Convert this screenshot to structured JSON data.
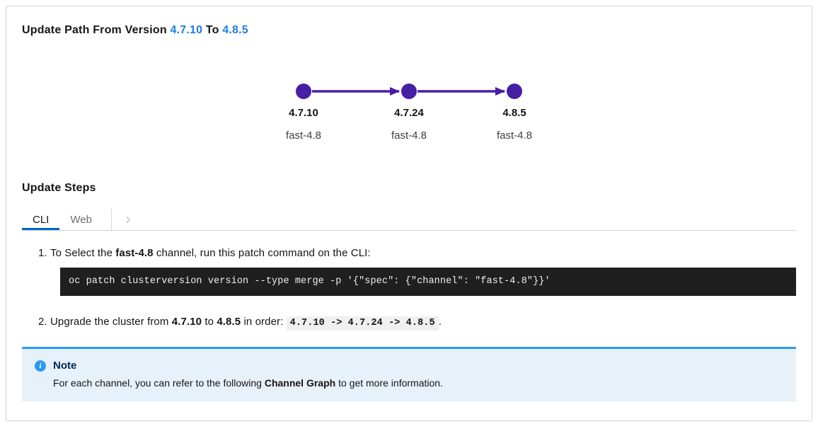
{
  "colors": {
    "link_blue": "#1e7ce6",
    "graph_purple": "#471fa5",
    "tab_active_underline": "#0066cc",
    "note_accent_blue": "#2b9af3",
    "note_background": "#e7f1fa",
    "code_background": "#1f1f1f"
  },
  "icons": {
    "info": "i",
    "chevron_right": "chevron-right"
  },
  "header": {
    "title_prefix": "Update Path From Version",
    "from_version": "4.7.10",
    "to_connector": "To",
    "to_version": "4.8.5"
  },
  "graph": {
    "nodes": [
      {
        "version": "4.7.10",
        "channel": "fast-4.8"
      },
      {
        "version": "4.7.24",
        "channel": "fast-4.8"
      },
      {
        "version": "4.8.5",
        "channel": "fast-4.8"
      }
    ]
  },
  "steps_section": {
    "heading": "Update Steps",
    "tabs": [
      {
        "label": "CLI"
      },
      {
        "label": "Web"
      }
    ],
    "steps": {
      "step1": {
        "prefix": "To Select the ",
        "channel_bold": "fast-4.8",
        "suffix": " channel, run this patch command on the CLI:",
        "command": "oc patch clusterversion version --type merge -p '{\"spec\": {\"channel\": \"fast-4.8\"}}'"
      },
      "step2": {
        "prefix": "Upgrade the cluster from ",
        "from_bold": "4.7.10",
        "mid": " to ",
        "to_bold": "4.8.5",
        "suffix": " in order: ",
        "order_code": "4.7.10 -> 4.7.24 -> 4.8.5",
        "period": "."
      }
    }
  },
  "note": {
    "title": "Note",
    "desc_prefix": "For each channel, you can refer to the following ",
    "desc_bold": "Channel Graph",
    "desc_suffix": " to get more information."
  }
}
